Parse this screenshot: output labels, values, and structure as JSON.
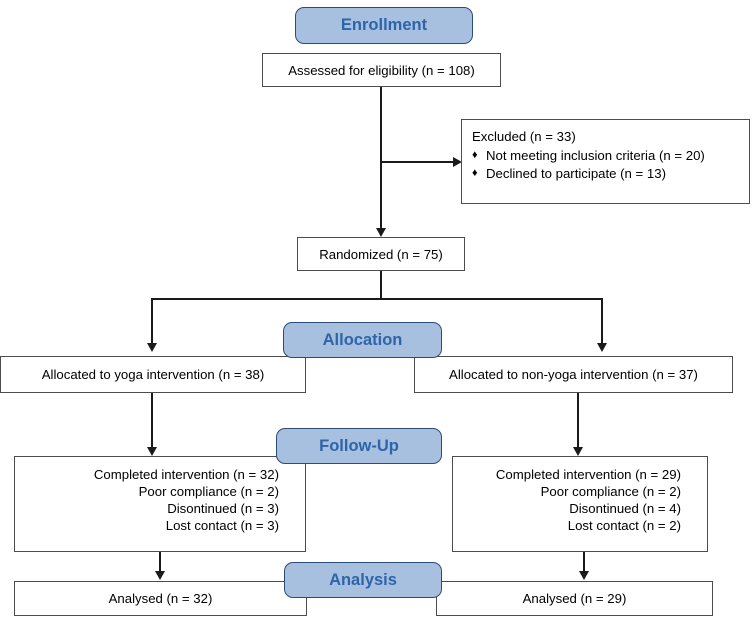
{
  "diagram": {
    "title": "CONSORT participant flow diagram",
    "colors": {
      "banner_fill": "#a7c0e0",
      "banner_border": "#2e4b73",
      "banner_text": "#2e64a8",
      "box_border": "#4d4d4d",
      "connector": "#1a1a1a",
      "background": "#ffffff"
    }
  },
  "stages": {
    "enrollment": "Enrollment",
    "allocation": "Allocation",
    "followup": "Follow-Up",
    "analysis": "Analysis"
  },
  "enrollment": {
    "assessed": "Assessed for eligibility (n = 108)",
    "excluded": {
      "title": "Excluded (n = 33)",
      "bullet_glyph": "♦",
      "reasons": [
        "Not meeting inclusion criteria (n = 20)",
        "Declined to participate (n = 13)"
      ]
    },
    "randomized": "Randomized (n = 75)"
  },
  "allocation": {
    "left": "Allocated to yoga intervention (n = 38)",
    "right": "Allocated to non-yoga intervention (n = 37)"
  },
  "followup": {
    "left": [
      "Completed intervention (n = 32)",
      "Poor compliance (n = 2)",
      "Disontinued (n = 3)",
      "Lost contact (n = 3)"
    ],
    "right": [
      "Completed intervention (n = 29)",
      "Poor compliance (n = 2)",
      "Disontinued (n = 4)",
      "Lost contact (n = 2)"
    ]
  },
  "analysis": {
    "left": "Analysed (n = 32)",
    "right": "Analysed (n = 29)"
  }
}
